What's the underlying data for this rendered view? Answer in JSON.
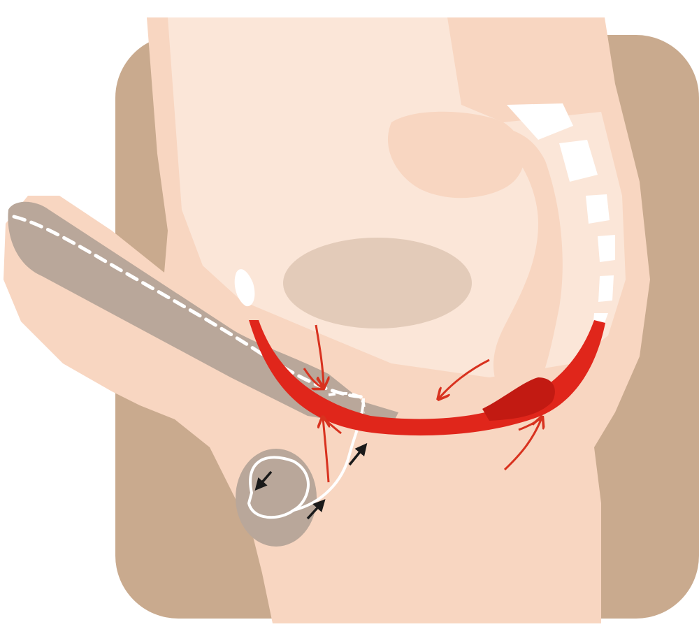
{
  "diagram": {
    "colors": {
      "background_tile": "#c9aa8e",
      "body_light": "#fbe6d8",
      "body_mid": "#f8d6c1",
      "organ_gray": "#b9a79a",
      "bladder": "#e3cbb9",
      "bone_white": "#ffffff",
      "muscle_red": "#e0261b",
      "muscle_dark": "#c21a12",
      "arrow_red": "#d8321f",
      "arrow_black": "#1a1a1a",
      "dashed_white": "#ffffff"
    },
    "icons": {
      "pelvic_floor_muscle": "red-band",
      "contraction_arrows": "red-arrows",
      "movement_arrows": "black-arrows"
    }
  }
}
